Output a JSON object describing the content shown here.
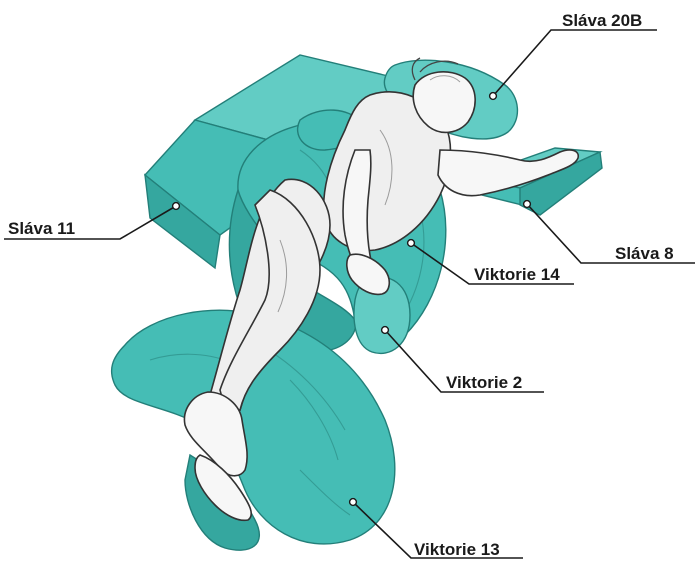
{
  "labels": {
    "slava_20b": "Sláva 20B",
    "slava_11": "Sláva 11",
    "slava_8": "Sláva 8",
    "viktorie_14": "Viktorie 14",
    "viktorie_2": "Viktorie 2",
    "viktorie_13": "Viktorie 13"
  },
  "colors": {
    "pad": "#45bdb5",
    "pad_outline": "#237f79",
    "label_text": "#1a1a1a",
    "background": "#ffffff"
  }
}
